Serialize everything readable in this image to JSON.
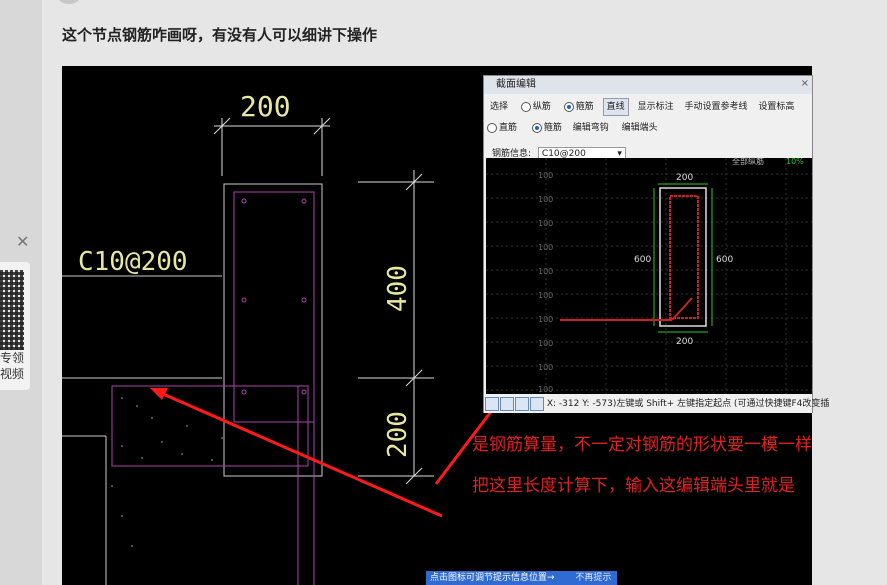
{
  "post": {
    "title": "这个节点钢筋咋画呀，有没有人可以细讲下操作"
  },
  "sidebar": {
    "close_icon": "✕",
    "qr_text": "专领 \n视频"
  },
  "cad": {
    "dim_top": "200",
    "rebar_label": "C10@200",
    "dim_right_upper": "400",
    "dim_right_lower": "200"
  },
  "dialog": {
    "title": "截面编辑",
    "close": "×",
    "toolbar1": {
      "select": "选择",
      "longitudinal": "纵筋",
      "stirrup": "箍筋",
      "line_mode": "直线",
      "show_label": "显示标注",
      "manual_ref": "手动设置参考线",
      "set_elev": "设置标高"
    },
    "toolbar2": {
      "straight_bar": "直筋",
      "hoop_bar": "箍筋",
      "edit_bend": "编辑弯钩",
      "edit_end": "编辑端头"
    },
    "rebar_info_label": "钢筋信息:",
    "rebar_info_value": "C10@200",
    "canvas": {
      "top_label": "全部纵筋",
      "top_right": "10%",
      "grid_labels": [
        "100",
        "100",
        "100",
        "100",
        "100",
        "100",
        "100",
        "100",
        "100",
        "100"
      ],
      "dim_top": "200",
      "dim_bottom": "200",
      "dim_left": "600",
      "dim_right": "600"
    },
    "status": "X: -312 Y: -573)左键或 Shift+ 左键指定起点 (可通过快捷键F4改变插"
  },
  "annotation": {
    "line1": "是钢筋算量，不一定对钢筋的形状要一模一样",
    "line2": "把这里长度计算下，输入这编辑端头里就是"
  },
  "tipbar": {
    "text": "点击图标可调节提示信息位置→",
    "dismiss": "不再提示"
  },
  "colors": {
    "annotation": "#e02020",
    "cad_text": "#e8e8a0",
    "cad_magenta": "#b040b0"
  }
}
